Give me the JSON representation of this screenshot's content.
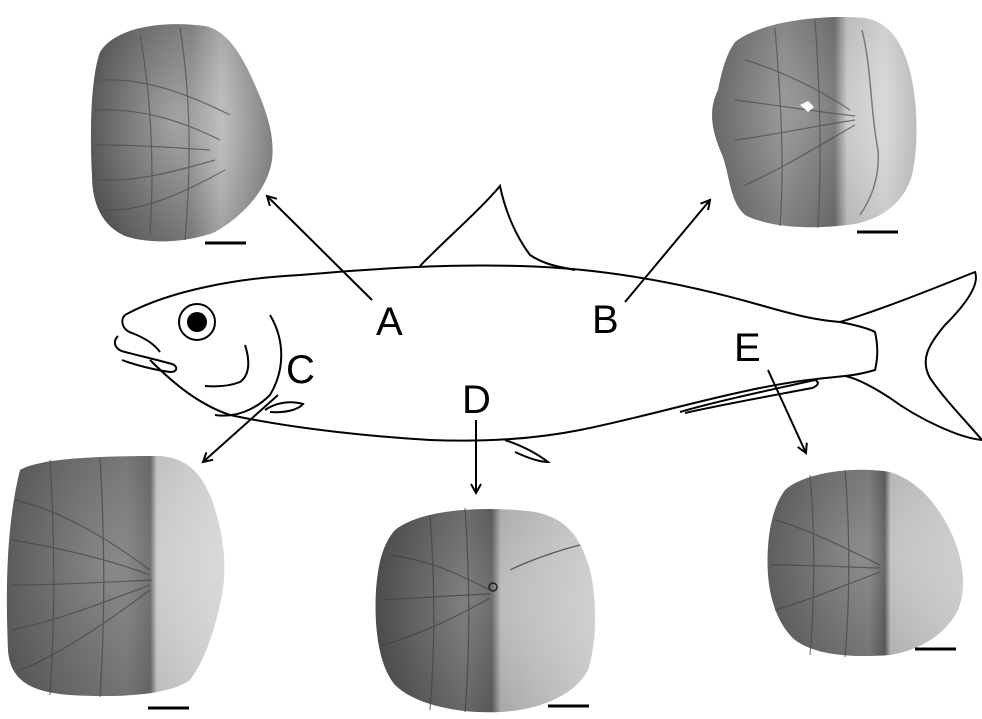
{
  "figure": {
    "labels": {
      "a": "A",
      "b": "B",
      "c": "C",
      "d": "D",
      "e": "E"
    }
  },
  "colors": {
    "line": "#000000",
    "background": "#ffffff",
    "scale_bar": "#000000"
  }
}
